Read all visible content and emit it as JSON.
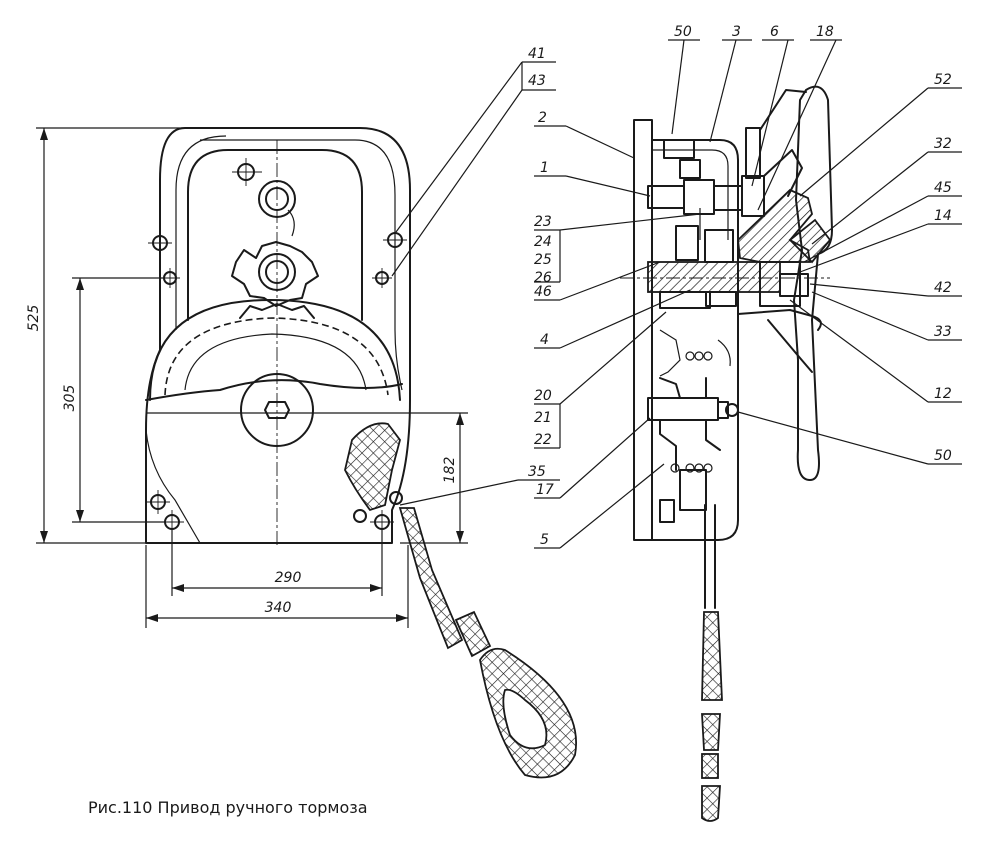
{
  "caption": "Рис.110 Привод ручного тормоза",
  "dimensions": {
    "d525": "525",
    "d305": "305",
    "d182": "182",
    "d290": "290",
    "d340": "340"
  },
  "callouts": {
    "n41": "41",
    "n43": "43",
    "n35": "35",
    "n50a": "50",
    "n3": "3",
    "n6": "6",
    "n18": "18",
    "n2": "2",
    "n52": "52",
    "n1": "1",
    "n32": "32",
    "n45": "45",
    "n23": "23",
    "n24": "24",
    "n25": "25",
    "n26": "26",
    "n14": "14",
    "n46": "46",
    "n42": "42",
    "n4": "4",
    "n33": "33",
    "n20": "20",
    "n21": "21",
    "n22": "22",
    "n12": "12",
    "n50b": "50",
    "n17": "17",
    "n5": "5"
  }
}
